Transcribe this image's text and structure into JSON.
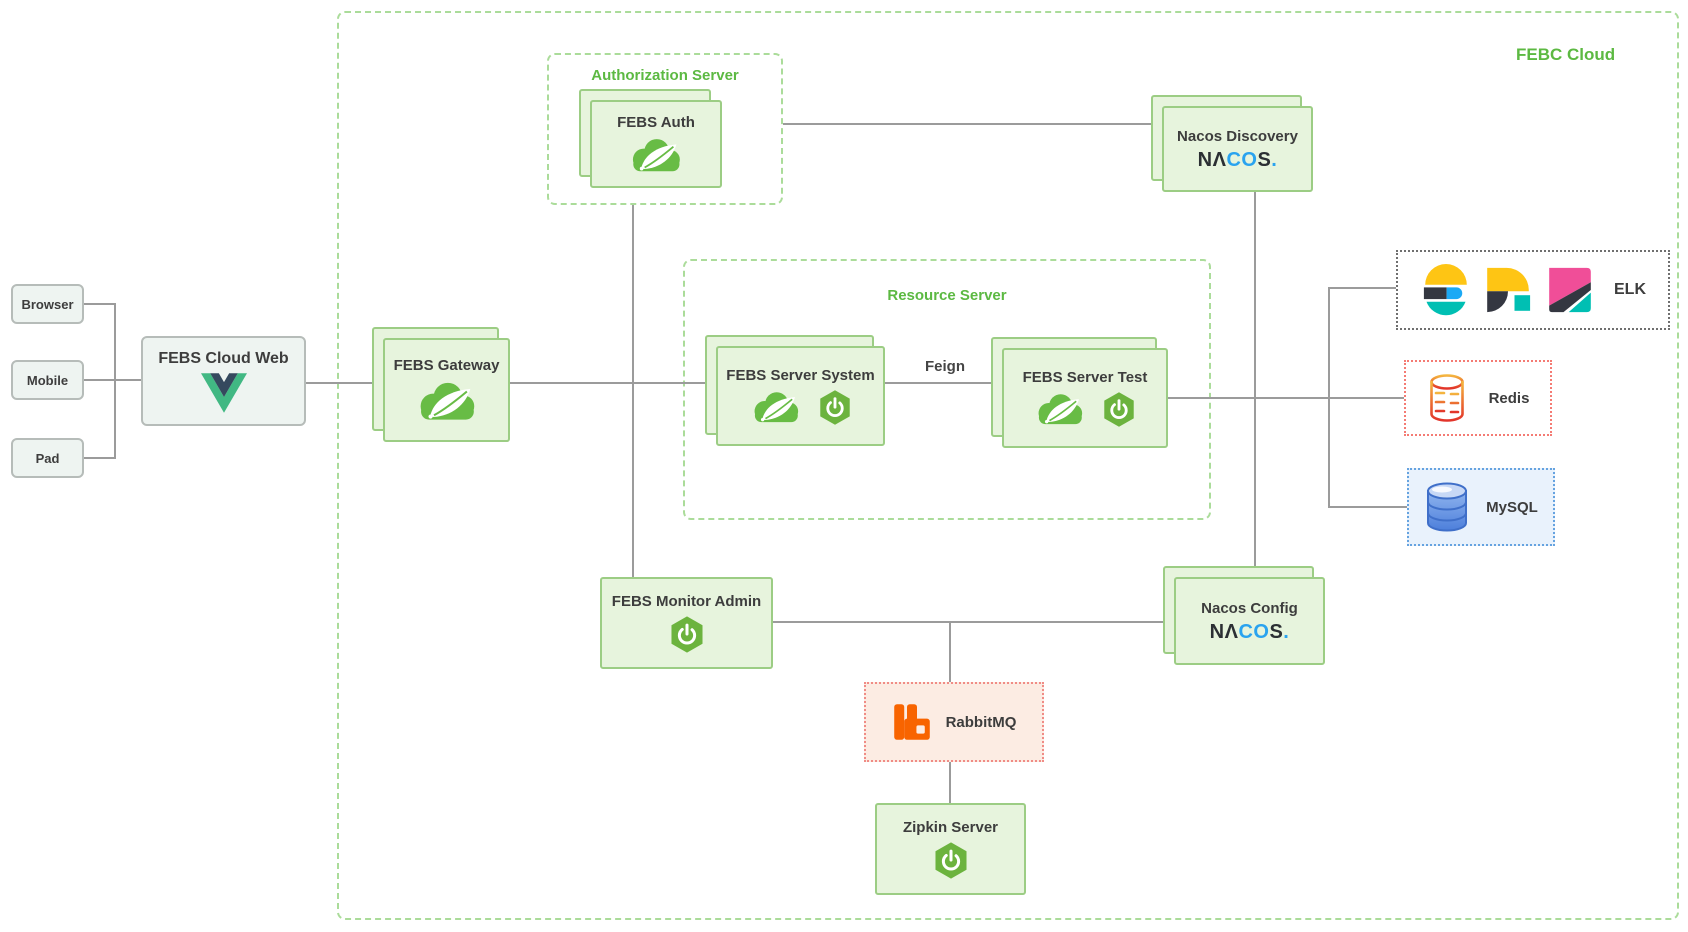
{
  "title": "FEBC Cloud",
  "clients": {
    "browser": "Browser",
    "mobile": "Mobile",
    "pad": "Pad"
  },
  "groups": {
    "auth": "Authorization Server",
    "resource": "Resource Server"
  },
  "nodes": {
    "web": "FEBS Cloud Web",
    "gateway": "FEBS Gateway",
    "auth": "FEBS Auth",
    "system": "FEBS Server System",
    "test": "FEBS Server Test",
    "discovery": "Nacos Discovery",
    "config": "Nacos Config",
    "monitor": "FEBS Monitor Admin",
    "rabbitmq": "RabbitMQ",
    "zipkin": "Zipkin Server",
    "elk": "ELK",
    "redis": "Redis",
    "mysql": "MySQL"
  },
  "edges": {
    "feign": "Feign"
  },
  "logos": {
    "nacos": {
      "p1": "NΛ",
      "p2": "CO",
      "p3": "S",
      "p4": "."
    }
  },
  "colors": {
    "group_green": "#5cb942",
    "node_bg": "#e7f4dd",
    "node_border": "#9ccd84",
    "line_gray": "#9b9b9b",
    "spring_green": "#68bc45",
    "spring_boot_green": "#6cb33e",
    "nacos_blue": "#2aa3ef",
    "vue_green": "#41b883",
    "vue_dark": "#35495e",
    "elastic_yellow": "#fec514",
    "elastic_blue": "#1ba9f5",
    "elastic_teal": "#00bfb3",
    "elastic_pink": "#f04e98",
    "elastic_dark": "#343741",
    "redis_red": "#e2342a",
    "mysql_blue": "#4d7fdb",
    "rabbit_orange": "#f86400"
  }
}
